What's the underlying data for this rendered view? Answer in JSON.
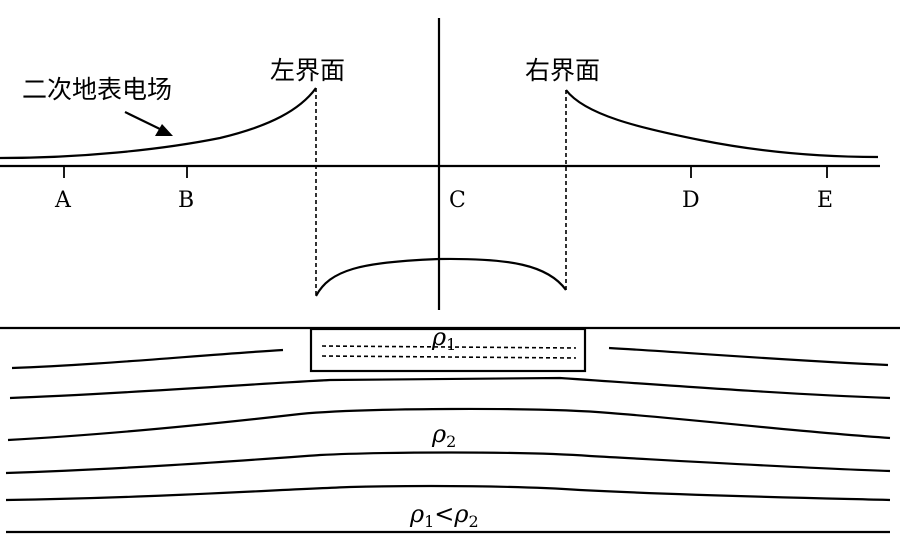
{
  "labels": {
    "field_label": "二次地表电场",
    "left_interface": "左界面",
    "right_interface": "右界面",
    "points": [
      "A",
      "B",
      "C",
      "D",
      "E"
    ],
    "rho1_symbol": "ρ",
    "rho1_sub": "1",
    "rho2_symbol": "ρ",
    "rho2_sub": "2",
    "relation_rho_a": "ρ",
    "relation_sub_a": "1",
    "relation_op": "<",
    "relation_rho_b": "ρ",
    "relation_sub_b": "2"
  }
}
